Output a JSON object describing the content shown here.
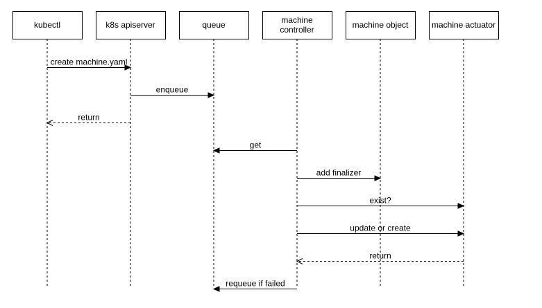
{
  "participants": [
    {
      "id": "kubectl",
      "lines": [
        "kubectl"
      ]
    },
    {
      "id": "apiserver",
      "lines": [
        "k8s apiserver"
      ]
    },
    {
      "id": "queue",
      "lines": [
        "queue"
      ]
    },
    {
      "id": "controller",
      "lines": [
        "machine",
        "controller"
      ]
    },
    {
      "id": "object",
      "lines": [
        "machine object"
      ]
    },
    {
      "id": "actuator",
      "lines": [
        "machine actuator"
      ]
    }
  ],
  "messages": [
    {
      "from": 0,
      "to": 1,
      "label": "create machine.yaml",
      "style": "sync"
    },
    {
      "from": 1,
      "to": 2,
      "label": "enqueue",
      "style": "sync"
    },
    {
      "from": 1,
      "to": 0,
      "label": "return",
      "style": "reply"
    },
    {
      "from": 3,
      "to": 2,
      "label": "get",
      "style": "sync"
    },
    {
      "from": 3,
      "to": 4,
      "label": "add finalizer",
      "style": "sync"
    },
    {
      "from": 3,
      "to": 5,
      "label": "exist?",
      "style": "sync"
    },
    {
      "from": 3,
      "to": 5,
      "label": "update or create",
      "style": "sync"
    },
    {
      "from": 5,
      "to": 3,
      "label": "return",
      "style": "reply"
    },
    {
      "from": 3,
      "to": 2,
      "label": "requeue if failed",
      "style": "sync"
    }
  ]
}
